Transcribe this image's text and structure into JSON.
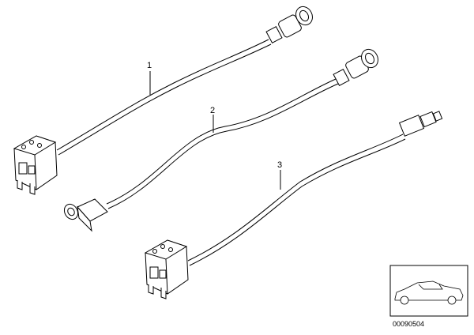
{
  "callouts": [
    {
      "label": "1"
    },
    {
      "label": "2"
    },
    {
      "label": "3"
    }
  ],
  "part_number": "00090504",
  "thumbnail": {
    "icon": "car-side-icon"
  },
  "colors": {
    "line": "#000000",
    "background": "#ffffff"
  }
}
